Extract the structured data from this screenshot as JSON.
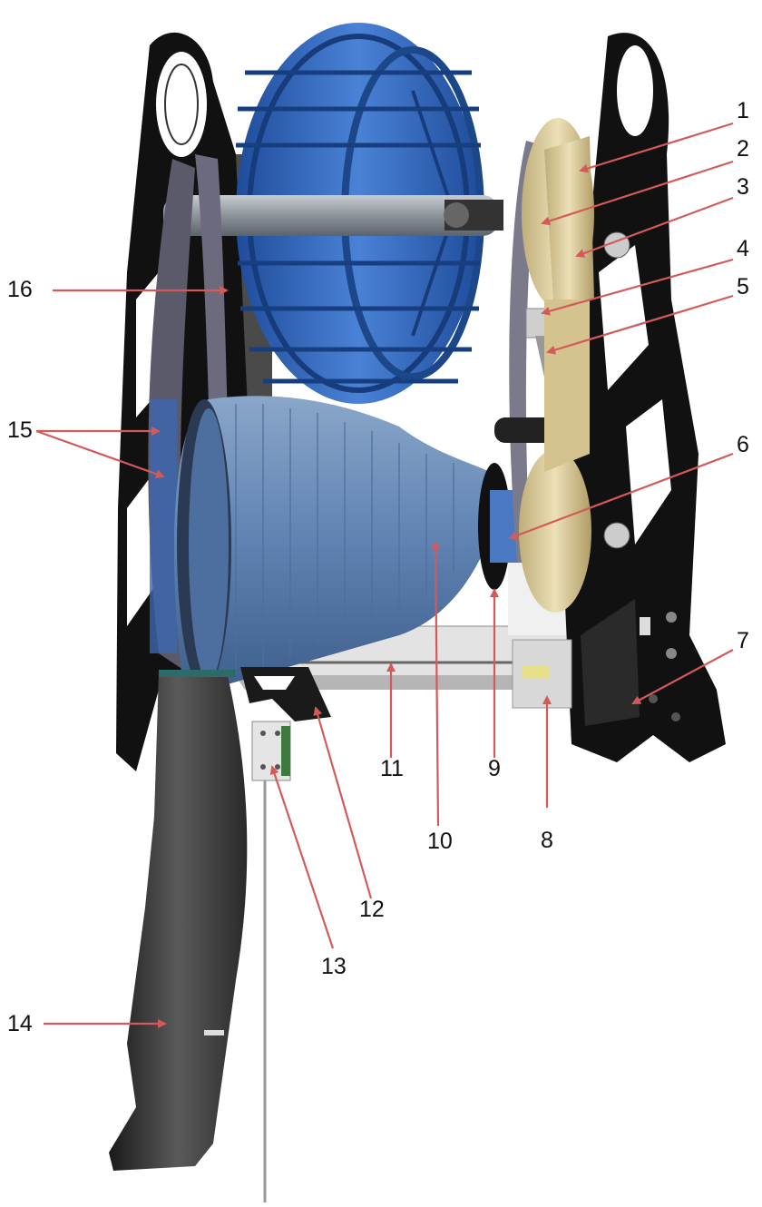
{
  "labels": {
    "l1": "1",
    "l2": "2",
    "l3": "3",
    "l4": "4",
    "l5": "5",
    "l6": "6",
    "l7": "7",
    "l8": "8",
    "l9": "9",
    "l10": "10",
    "l11": "11",
    "l12": "12",
    "l13": "13",
    "l14": "14",
    "l15": "15",
    "l16": "16"
  },
  "colors": {
    "leader": "#d45a5a",
    "frame": "#111111",
    "fan": "#2f63b5",
    "cone": "#6f8fb8",
    "belt": "#5a5a6a",
    "pulley": "#d9cc9f",
    "axle": "#9aa0a8",
    "tray": "#d9d9d9"
  }
}
